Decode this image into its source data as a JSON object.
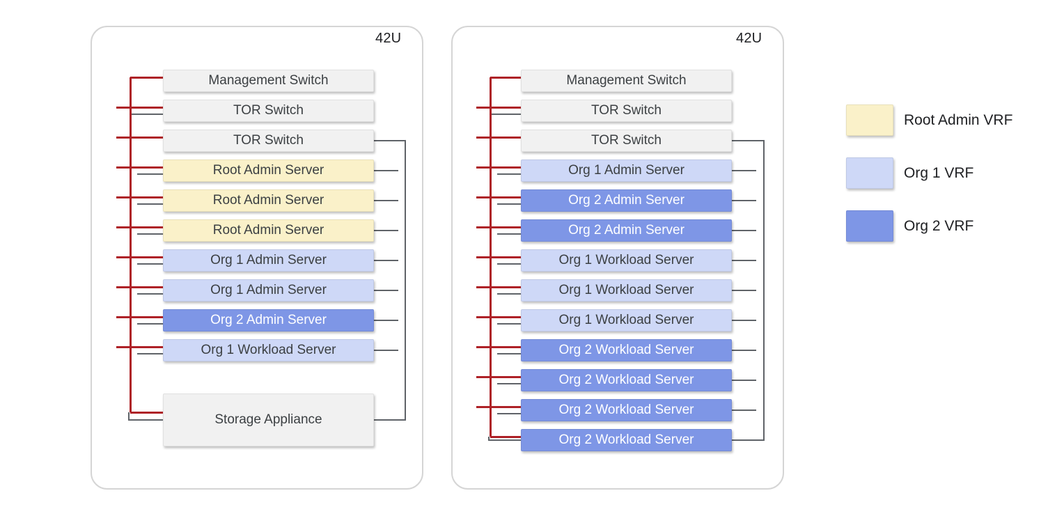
{
  "colors": {
    "root_admin_vrf": "#FAF1C9",
    "org1_vrf": "#CED8F7",
    "org2_vrf": "#7E96E6",
    "device_gray": "#F1F1F1",
    "mgmt_line_red": "#AE2127",
    "data_line_gray": "#5F6368"
  },
  "racks": [
    {
      "capacity_label": "42U",
      "units": [
        {
          "label": "Management Switch",
          "vrf": "device"
        },
        {
          "label": "TOR Switch",
          "vrf": "device"
        },
        {
          "label": "TOR Switch",
          "vrf": "device"
        },
        {
          "label": "Root Admin Server",
          "vrf": "root_admin"
        },
        {
          "label": "Root Admin Server",
          "vrf": "root_admin"
        },
        {
          "label": "Root Admin Server",
          "vrf": "root_admin"
        },
        {
          "label": "Org 1 Admin Server",
          "vrf": "org1"
        },
        {
          "label": "Org 1 Admin Server",
          "vrf": "org1"
        },
        {
          "label": "Org 2 Admin Server",
          "vrf": "org2"
        },
        {
          "label": "Org 1 Workload Server",
          "vrf": "org1"
        },
        {
          "label": "Storage Appliance",
          "vrf": "device",
          "tall": true
        }
      ]
    },
    {
      "capacity_label": "42U",
      "units": [
        {
          "label": "Management Switch",
          "vrf": "device"
        },
        {
          "label": "TOR Switch",
          "vrf": "device"
        },
        {
          "label": "TOR Switch",
          "vrf": "device"
        },
        {
          "label": "Org 1 Admin Server",
          "vrf": "org1"
        },
        {
          "label": "Org 2 Admin Server",
          "vrf": "org2"
        },
        {
          "label": "Org 2 Admin Server",
          "vrf": "org2"
        },
        {
          "label": "Org 1 Workload Server",
          "vrf": "org1"
        },
        {
          "label": "Org 1 Workload Server",
          "vrf": "org1"
        },
        {
          "label": "Org 1 Workload Server",
          "vrf": "org1"
        },
        {
          "label": "Org 2 Workload Server",
          "vrf": "org2"
        },
        {
          "label": "Org 2 Workload Server",
          "vrf": "org2"
        },
        {
          "label": "Org 2 Workload Server",
          "vrf": "org2"
        },
        {
          "label": "Org 2 Workload Server",
          "vrf": "org2"
        }
      ]
    }
  ],
  "legend": [
    {
      "label": "Root Admin VRF",
      "vrf": "root_admin"
    },
    {
      "label": "Org 1 VRF",
      "vrf": "org1"
    },
    {
      "label": "Org 2 VRF",
      "vrf": "org2"
    }
  ]
}
